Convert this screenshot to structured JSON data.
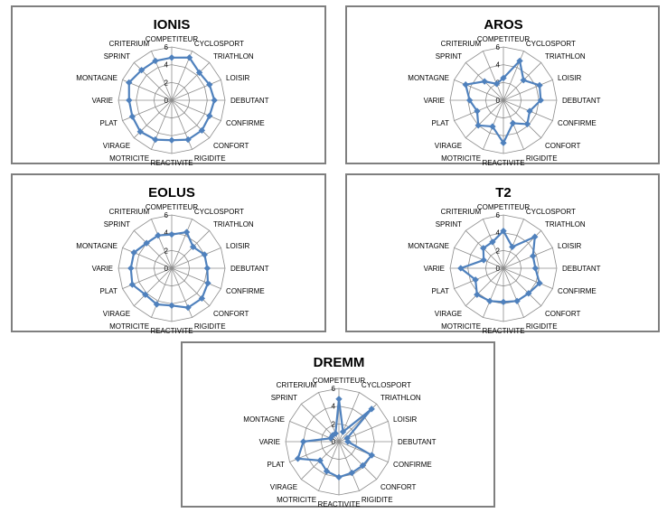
{
  "chart_data": [
    {
      "type": "radar",
      "title": "IONIS",
      "categories": [
        "COMPETITEUR",
        "CYCLOSPORT",
        "TRIATHLON",
        "LOISIR",
        "DEBUTANT",
        "CONFIRME",
        "CONFORT",
        "RIGIDITE",
        "REACTIVITE",
        "MOTRICITE",
        "VIRAGE",
        "PLAT",
        "VARIE",
        "MONTAGNE",
        "SPRINT",
        "CRITERIUM"
      ],
      "ticks": [
        "0",
        "2",
        "4",
        "6"
      ],
      "rlim": [
        0,
        6
      ],
      "series": [
        {
          "values": [
            4.8,
            5.2,
            4.4,
            4.6,
            4.8,
            4.6,
            4.8,
            4.8,
            4.5,
            4.8,
            5,
            4.8,
            4.8,
            5.2,
            4.8,
            4.8
          ]
        }
      ],
      "color": "#4f81bd"
    },
    {
      "type": "radar",
      "title": "AROS",
      "categories": [
        "COMPETITEUR",
        "CYCLOSPORT",
        "TRIATHLON",
        "LOISIR",
        "DEBUTANT",
        "CONFIRME",
        "CONFORT",
        "RIGIDITE",
        "REACTIVITE",
        "MOTRICITE",
        "VIRAGE",
        "PLAT",
        "VARIE",
        "MONTAGNE",
        "SPRINT",
        "CRITERIUM"
      ],
      "ticks": [
        "0",
        "2",
        "4",
        "6"
      ],
      "rlim": [
        0,
        6
      ],
      "series": [
        {
          "values": [
            2.5,
            4.8,
            3.2,
            4.4,
            4.2,
            3.2,
            3.8,
            2.8,
            4.8,
            3.2,
            4,
            3.2,
            3.8,
            4.6,
            3,
            2
          ]
        }
      ],
      "color": "#4f81bd"
    },
    {
      "type": "radar",
      "title": "EOLUS",
      "categories": [
        "COMPETITEUR",
        "CYCLOSPORT",
        "TRIATHLON",
        "LOISIR",
        "DEBUTANT",
        "CONFIRME",
        "CONFORT",
        "RIGIDITE",
        "REACTIVITE",
        "MOTRICITE",
        "VIRAGE",
        "PLAT",
        "VARIE",
        "MONTAGNE",
        "SPRINT",
        "CRITERIUM"
      ],
      "ticks": [
        "0",
        "2",
        "4",
        "6"
      ],
      "rlim": [
        0,
        6
      ],
      "series": [
        {
          "values": [
            3.8,
            4.4,
            3.4,
            4,
            4,
            4.4,
            4.8,
            4.8,
            4.2,
            4.4,
            4.2,
            4.8,
            4.6,
            4.6,
            4,
            4
          ]
        }
      ],
      "color": "#4f81bd"
    },
    {
      "type": "radar",
      "title": "T2",
      "categories": [
        "COMPETITEUR",
        "CYCLOSPORT",
        "TRIATHLON",
        "LOISIR",
        "DEBUTANT",
        "CONFIRME",
        "CONFORT",
        "RIGIDITE",
        "REACTIVITE",
        "MOTRICITE",
        "VIRAGE",
        "PLAT",
        "VARIE",
        "MONTAGNE",
        "SPRINT",
        "CRITERIUM"
      ],
      "ticks": [
        "0",
        "2",
        "4",
        "6"
      ],
      "rlim": [
        0,
        6
      ],
      "series": [
        {
          "values": [
            4.2,
            2.6,
            5,
            3.6,
            3.6,
            4.4,
            4,
            4,
            3.8,
            4,
            4.2,
            3.4,
            4.8,
            2.4,
            3.2,
            3.2
          ]
        }
      ],
      "color": "#4f81bd"
    },
    {
      "type": "radar",
      "title": "DREMM",
      "categories": [
        "COMPETITEUR",
        "CYCLOSPORT",
        "TRIATHLON",
        "LOISIR",
        "DEBUTANT",
        "CONFIRME",
        "CONFORT",
        "RIGIDITE",
        "REACTIVITE",
        "MOTRICITE",
        "VIRAGE",
        "PLAT",
        "VARIE",
        "MONTAGNE",
        "SPRINT",
        "CRITERIUM"
      ],
      "ticks": [
        "0",
        "2",
        "4",
        "6"
      ],
      "rlim": [
        0,
        6
      ],
      "series": [
        {
          "values": [
            4.8,
            1.2,
            5.2,
            1,
            1,
            4,
            3.8,
            3.8,
            4,
            3.6,
            3,
            5,
            4,
            1,
            1,
            1
          ]
        }
      ],
      "color": "#4f81bd"
    }
  ]
}
